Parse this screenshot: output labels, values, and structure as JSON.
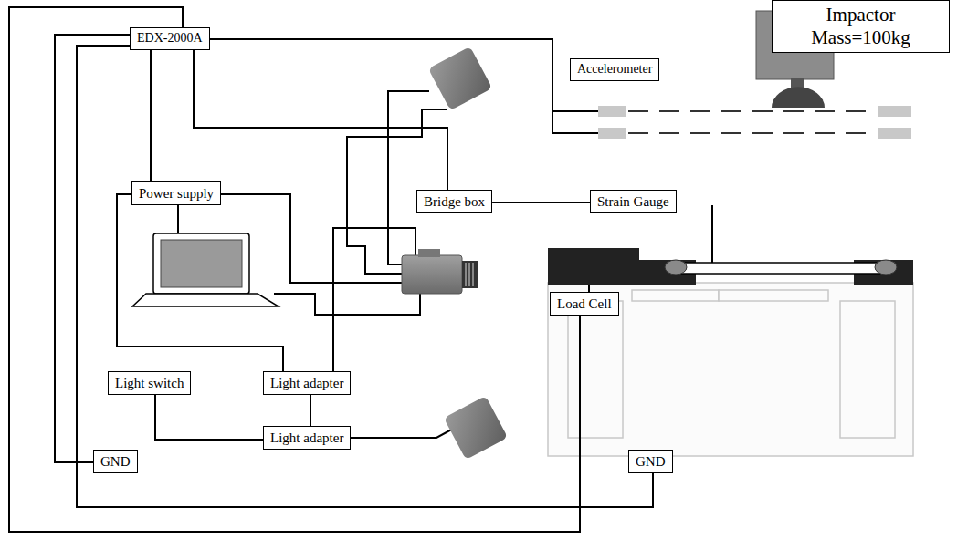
{
  "diagram": {
    "nodes": [
      {
        "text": [
          "Impactor Mass=100kg"
        ]
      },
      {
        "text": [
          "EDX-2000A"
        ]
      },
      {
        "text": [
          "Accelerometer"
        ]
      },
      {
        "text": [
          "Power supply"
        ]
      },
      {
        "text": [
          "Bridge box"
        ]
      },
      {
        "text": [
          "Strain Gauge"
        ]
      },
      {
        "text": [
          "Load Cell"
        ]
      },
      {
        "text": [
          "Light switch"
        ]
      },
      {
        "text": [
          "Light adapter"
        ]
      },
      {
        "text": [
          "Light adapter"
        ]
      },
      {
        "text": [
          "GND"
        ]
      },
      {
        "text": [
          "GND"
        ]
      }
    ],
    "edges": [
      {
        "from": 1,
        "to": 3,
        "arrow": "none"
      },
      {
        "from": 1,
        "to": 10,
        "arrow": "none"
      },
      {
        "from": 1,
        "to": 11,
        "arrow": "none"
      },
      {
        "from": 1,
        "to": 6,
        "arrow": "none"
      },
      {
        "from": 1,
        "to": 4,
        "arrow": "none"
      },
      {
        "from": 4,
        "to": 5,
        "arrow": "none"
      },
      {
        "from": 3,
        "to": 8,
        "arrow": "none"
      },
      {
        "from": 8,
        "to": 9,
        "arrow": "none"
      },
      {
        "from": 7,
        "to": 9,
        "arrow": "none"
      }
    ]
  }
}
